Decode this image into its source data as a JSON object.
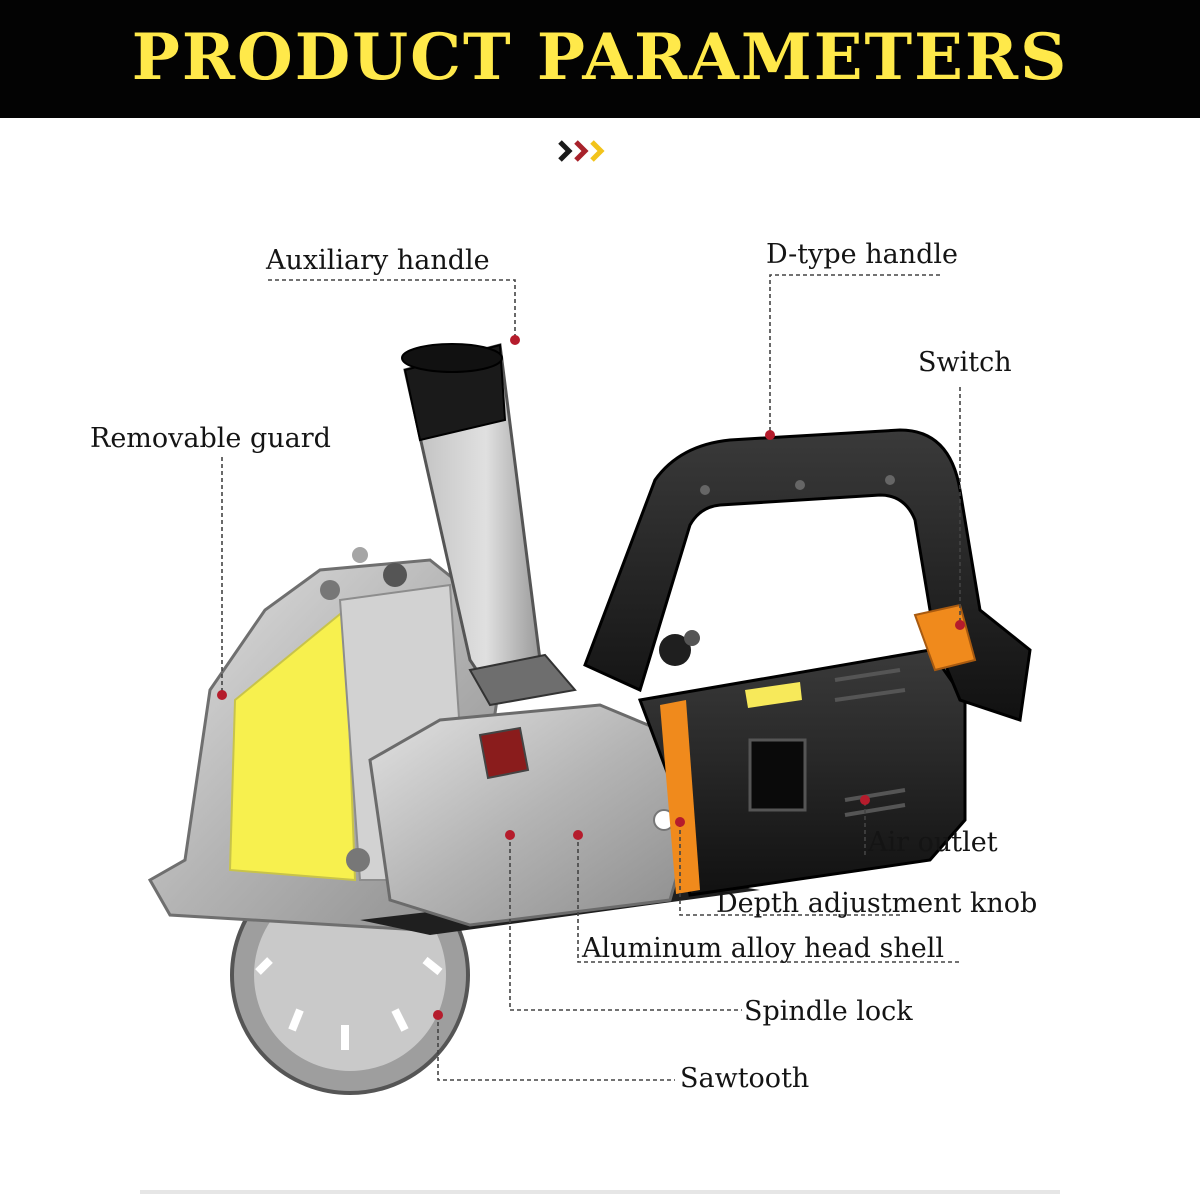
{
  "banner": {
    "title": "PRODUCT PARAMETERS"
  },
  "colors": {
    "banner_bg": "#030303",
    "banner_text": "#ffe94a",
    "leader_line": "#444444",
    "leader_dot": "#b51c2c",
    "accent_orange": "#f08a1c",
    "guard_yellow": "#f7f04e",
    "tool_body": "#1b1b1b",
    "aluminum": "#b9b9b9"
  },
  "icons": {
    "chevrons": "triple-chevron-right-icon"
  },
  "callouts": [
    {
      "id": "auxiliary-handle",
      "label": "Auxiliary handle"
    },
    {
      "id": "d-type-handle",
      "label": "D-type handle"
    },
    {
      "id": "switch",
      "label": "Switch"
    },
    {
      "id": "removable-guard",
      "label": "Removable guard"
    },
    {
      "id": "air-outlet",
      "label": "Air outlet"
    },
    {
      "id": "depth-adjustment-knob",
      "label": "Depth adjustment knob"
    },
    {
      "id": "aluminum-alloy-head-shell",
      "label": "Aluminum alloy head shell"
    },
    {
      "id": "spindle-lock",
      "label": "Spindle lock"
    },
    {
      "id": "sawtooth",
      "label": "Sawtooth"
    }
  ]
}
